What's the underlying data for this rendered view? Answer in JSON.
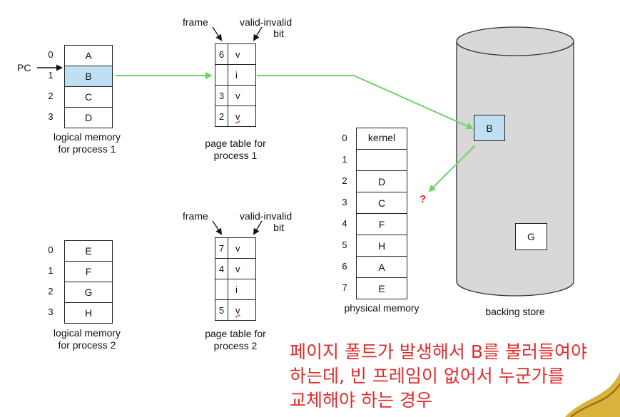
{
  "pc_label": "PC",
  "process1": {
    "logical": {
      "indices": [
        "0",
        "1",
        "2",
        "3"
      ],
      "pages": [
        "A",
        "B",
        "C",
        "D"
      ],
      "highlight": 1,
      "caption": [
        "logical memory",
        "for process 1"
      ]
    },
    "page_table": {
      "frame_label": "frame",
      "valid_label": [
        "valid-invalid",
        "bit"
      ],
      "rows": [
        {
          "frame": "6",
          "bit": "v"
        },
        {
          "frame": "",
          "bit": "i"
        },
        {
          "frame": "3",
          "bit": "v"
        },
        {
          "frame": "2",
          "bit": "v"
        }
      ],
      "caption": [
        "page table for",
        "process 1"
      ]
    }
  },
  "process2": {
    "logical": {
      "indices": [
        "0",
        "1",
        "2",
        "3"
      ],
      "pages": [
        "E",
        "F",
        "G",
        "H"
      ],
      "caption": [
        "logical memory",
        "for process 2"
      ]
    },
    "page_table": {
      "frame_label": "frame",
      "valid_label": [
        "valid-invalid",
        "bit"
      ],
      "rows": [
        {
          "frame": "7",
          "bit": "v"
        },
        {
          "frame": "4",
          "bit": "v"
        },
        {
          "frame": "",
          "bit": "i"
        },
        {
          "frame": "5",
          "bit": "v"
        }
      ],
      "caption": [
        "page table for",
        "process 2"
      ]
    }
  },
  "physical": {
    "indices": [
      "0",
      "1",
      "2",
      "3",
      "4",
      "5",
      "6",
      "7"
    ],
    "frames": [
      "kernel",
      "",
      "D",
      "C",
      "F",
      "H",
      "A",
      "E"
    ],
    "caption": "physical memory"
  },
  "backing_store": {
    "pages": [
      "B",
      "G"
    ],
    "caption": "backing store"
  },
  "question_mark": "?",
  "note": [
    "페이지 폴트가 발생해서 B를 불러들여야",
    "하는데, 빈 프레임이 없어서 누군가를",
    "교체해야 하는 경우"
  ],
  "colors": {
    "highlight": "#bfe0f2",
    "arrow": "#6fd36a",
    "note": "#e32a2a",
    "cylinder": "#d8d8d8"
  }
}
